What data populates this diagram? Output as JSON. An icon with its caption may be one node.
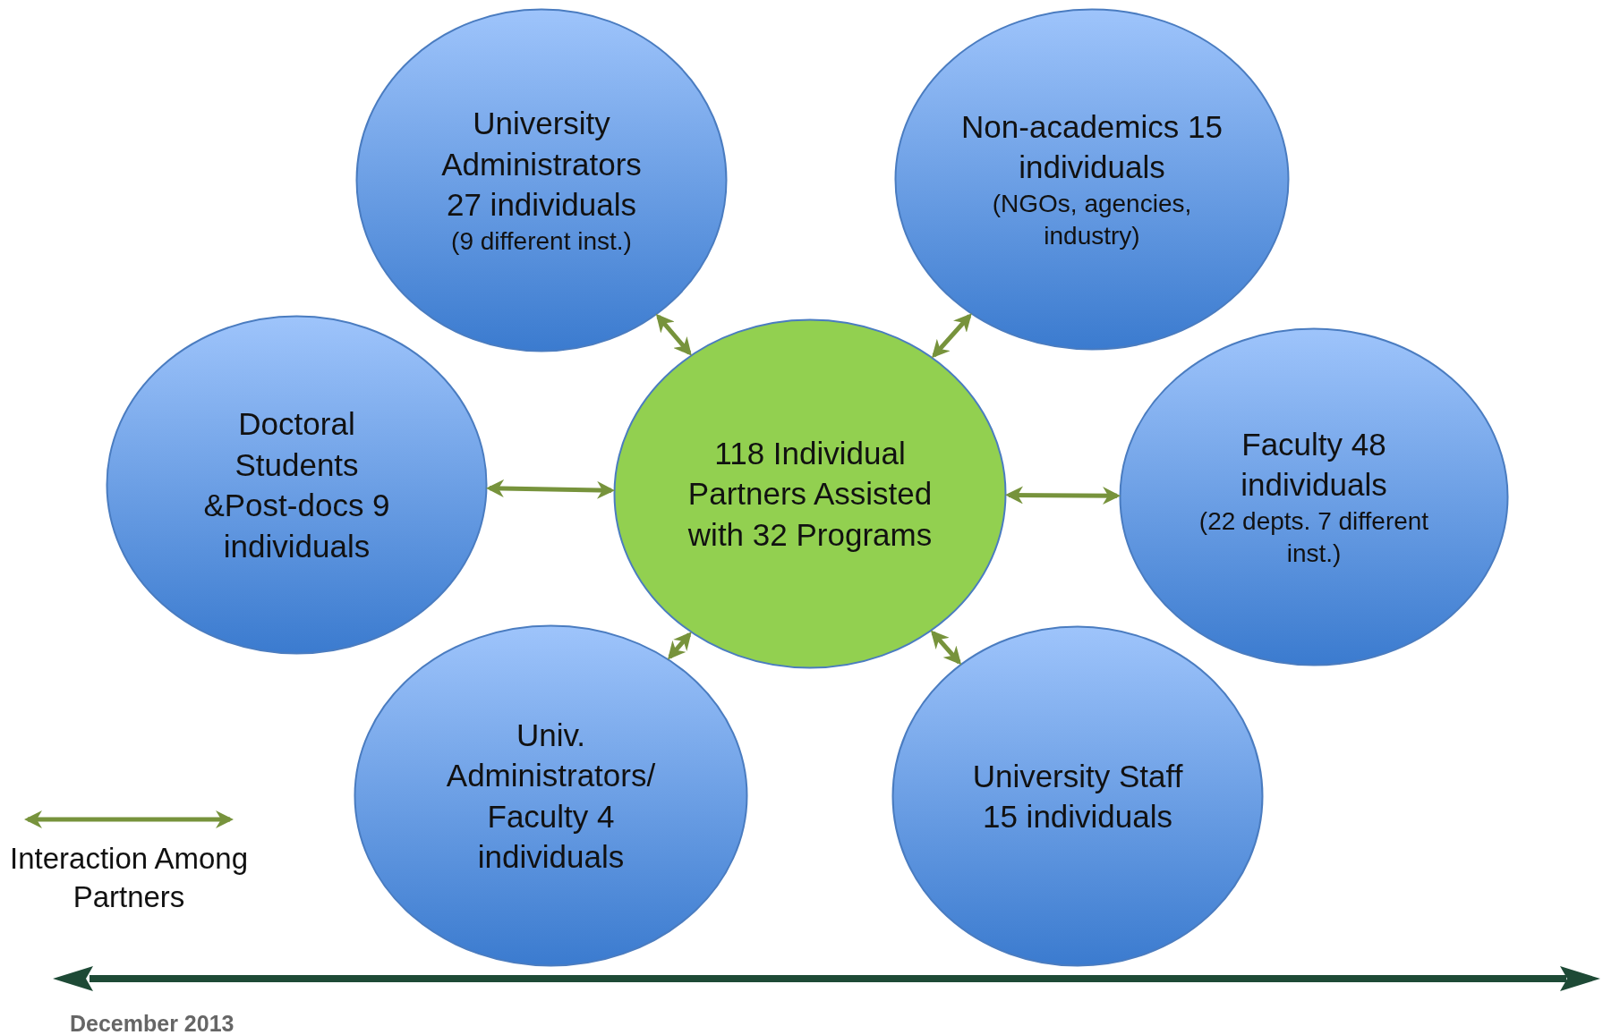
{
  "diagram": {
    "nodes": [
      {
        "text": [
          "University Administrators 27 individuals",
          "(9 different inst.)"
        ]
      },
      {
        "text": [
          "Non-academics 15 individuals",
          "(NGOs, agencies, industry)"
        ]
      },
      {
        "text": [
          "Doctoral Students &Post-docs 9 individuals"
        ]
      },
      {
        "text": [
          "118  Individual Partners Assisted with 32 Programs"
        ]
      },
      {
        "text": [
          "Faculty 48 individuals",
          "(22 depts. 7 different inst.)"
        ]
      },
      {
        "text": [
          "Univ. Administrators/ Faculty 4 individuals"
        ]
      },
      {
        "text": [
          "University Staff 15 individuals"
        ]
      }
    ],
    "edges": [
      {
        "from": 3,
        "to": 0,
        "arrow": "both"
      },
      {
        "from": 3,
        "to": 1,
        "arrow": "both"
      },
      {
        "from": 3,
        "to": 2,
        "arrow": "both"
      },
      {
        "from": 3,
        "to": 4,
        "arrow": "both"
      },
      {
        "from": 3,
        "to": 5,
        "arrow": "both"
      },
      {
        "from": 3,
        "to": 6,
        "arrow": "both"
      }
    ],
    "labels": [
      "December 2013"
    ],
    "legend": [
      {
        "text": "Interaction Among Partners"
      }
    ]
  }
}
